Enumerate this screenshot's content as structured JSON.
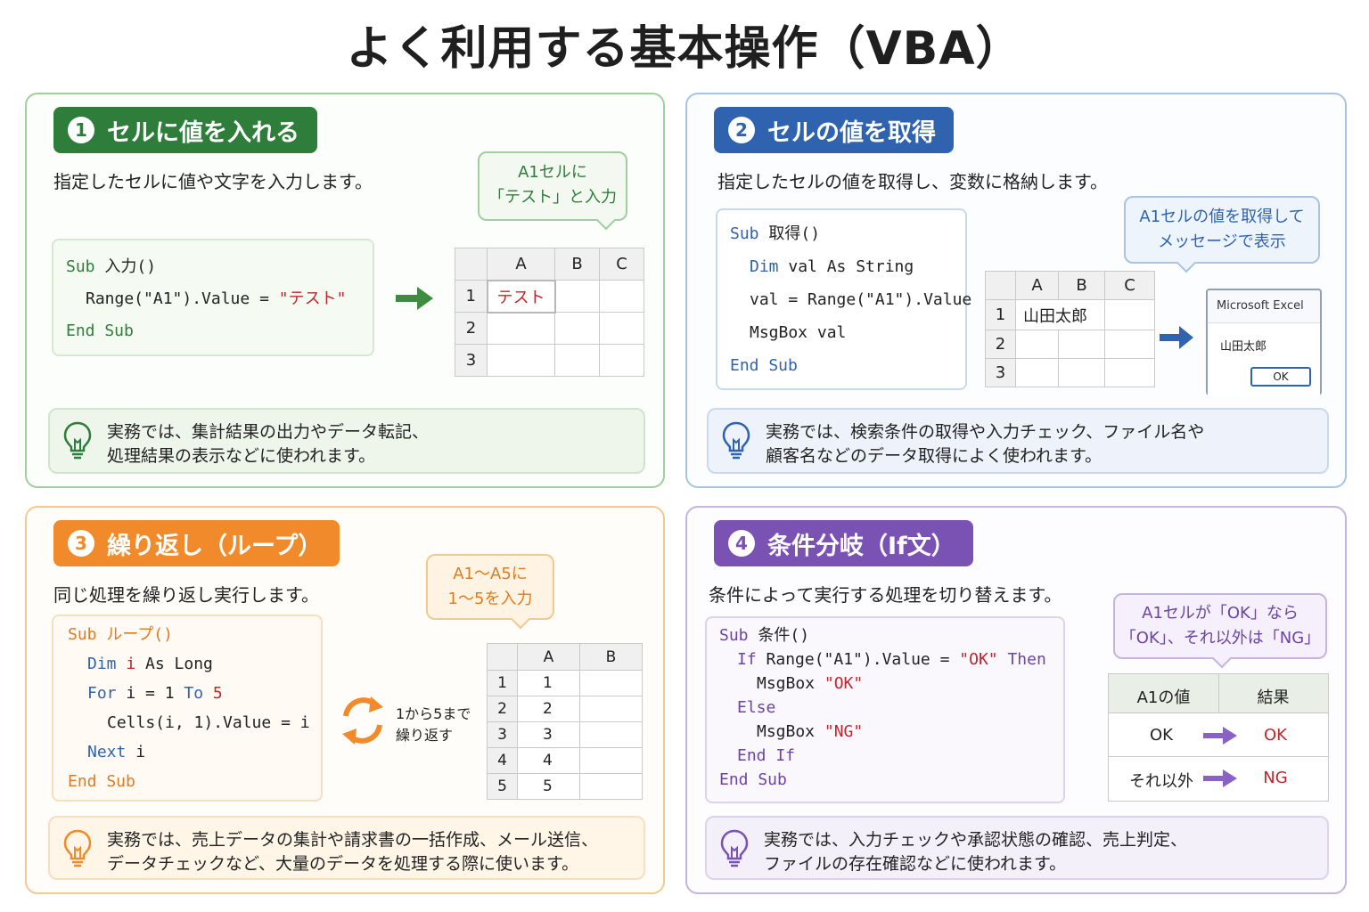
{
  "title": "よく利用する基本操作（VBA）",
  "panels": {
    "p1": {
      "num": "1",
      "header": "セルに値を入れる",
      "desc": "指定したセルに値や文字を入力します。",
      "code": {
        "l1a": "Sub",
        "l1b": " 入力()",
        "l2a": "Range(\"A1\").Value = ",
        "l2b": "\"テスト\"",
        "l3": "End Sub"
      },
      "bubble": {
        "line1": "A1セルに",
        "line2": "「テスト」と入力"
      },
      "sheet": {
        "cols": [
          "A",
          "B",
          "C"
        ],
        "rows": [
          "1",
          "2",
          "3"
        ],
        "a1": "テスト"
      },
      "tip": {
        "line1": "実務では、集計結果の出力やデータ転記、",
        "line2": "処理結果の表示などに使われます。"
      }
    },
    "p2": {
      "num": "2",
      "header": "セルの値を取得",
      "desc": "指定したセルの値を取得し、変数に格納します。",
      "code": {
        "l1a": "Sub",
        "l1b": " 取得()",
        "l2a": "Dim",
        "l2b": " val As String",
        "l3": "val = Range(\"A1\").Value",
        "l4": "MsgBox val",
        "l5": "End Sub"
      },
      "bubble": {
        "line1": "A1セルの値を取得して",
        "line2": "メッセージで表示"
      },
      "sheet": {
        "cols": [
          "A",
          "B",
          "C"
        ],
        "rows": [
          "1",
          "2",
          "3"
        ],
        "a1": "山田太郎"
      },
      "msgbox": {
        "title": "Microsoft Excel",
        "message": "山田太郎",
        "ok": "OK"
      },
      "tip": {
        "line1": "実務では、検索条件の取得や入力チェック、ファイル名や",
        "line2": "顧客名などのデータ取得によく使われます。"
      }
    },
    "p3": {
      "num": "3",
      "header": "繰り返し（ループ）",
      "desc": "同じ処理を繰り返し実行します。",
      "code": {
        "l1a": "Sub",
        "l1b": " ループ()",
        "l2a": "Dim",
        "l2b": " i",
        "l2c": " As Long",
        "l3a": "For",
        "l3b": " i = 1 ",
        "l3c": "To",
        "l3d": " 5",
        "l4": "Cells(i, 1).Value = i",
        "l5a": "Next",
        "l5b": " i",
        "l6": "End Sub"
      },
      "bubble": {
        "line1": "A1〜A5に",
        "line2": "1〜5を入力"
      },
      "loop_label": {
        "line1": "1から5まで",
        "line2": "繰り返す"
      },
      "sheet": {
        "cols": [
          "A",
          "B"
        ],
        "rows": [
          "1",
          "2",
          "3",
          "4",
          "5"
        ],
        "values": [
          "1",
          "2",
          "3",
          "4",
          "5"
        ]
      },
      "tip": {
        "line1": "実務では、売上データの集計や請求書の一括作成、メール送信、",
        "line2": "データチェックなど、大量のデータを処理する際に使います。"
      }
    },
    "p4": {
      "num": "4",
      "header": "条件分岐（If文）",
      "desc": "条件によって実行する処理を切り替えます。",
      "code": {
        "l1a": "Sub",
        "l1b": " 条件()",
        "l2a": "If",
        "l2b": " Range(\"A1\").Value = ",
        "l2c": "\"OK\"",
        "l2d": " Then",
        "l3a": "MsgBox ",
        "l3b": "\"OK\"",
        "l4": "Else",
        "l5a": "MsgBox ",
        "l5b": "\"NG\"",
        "l6": "End If",
        "l7": "End Sub"
      },
      "bubble": {
        "line1": "A1セルが「OK」なら",
        "line2": "「OK」、それ以外は「NG」"
      },
      "result_table": {
        "h1": "A1の値",
        "h2": "結果",
        "r1a": "OK",
        "r1b": "OK",
        "r2a": "それ以外",
        "r2b": "NG"
      },
      "tip": {
        "line1": "実務では、入力チェックや承認状態の確認、売上判定、",
        "line2": "ファイルの存在確認などに使われます。"
      }
    }
  },
  "colors": {
    "green": "#2e7d3a",
    "blue": "#2f63b0",
    "orange": "#f08a2a",
    "purple": "#7a52b3",
    "red": "#c0262b"
  },
  "icons": [
    "lightbulb-icon",
    "arrow-right-icon",
    "loop-icon"
  ]
}
